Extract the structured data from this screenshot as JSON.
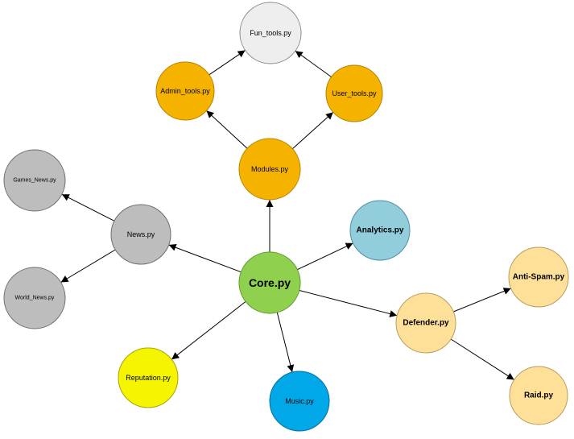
{
  "nodes": {
    "fun_tools": {
      "label": "Fun_tools.py",
      "fill": "#eeeeee",
      "stroke": "#8c8c8c"
    },
    "admin_tools": {
      "label": "Admin_tools.py",
      "fill": "#f5b300",
      "stroke": "#b88200"
    },
    "user_tools": {
      "label": "User_tools.py",
      "fill": "#f5b300",
      "stroke": "#b88200"
    },
    "modules": {
      "label": "Modules.py",
      "fill": "#f5b300",
      "stroke": "#b88200"
    },
    "games_news": {
      "label": "Games_News.py",
      "fill": "#bdbdbd",
      "stroke": "#6e6e6e"
    },
    "news": {
      "label": "News.py",
      "fill": "#bdbdbd",
      "stroke": "#6e6e6e"
    },
    "world_news": {
      "label": "World_News.py",
      "fill": "#bdbdbd",
      "stroke": "#6e6e6e"
    },
    "analytics": {
      "label": "Analytics.py",
      "fill": "#92cddc",
      "stroke": "#4f8fa0"
    },
    "core": {
      "label": "Core.py",
      "fill": "#8fd14f",
      "stroke": "#5c9a2a"
    },
    "defender": {
      "label": "Defender.py",
      "fill": "#ffe099",
      "stroke": "#b89c5a"
    },
    "anti_spam": {
      "label": "Anti-Spam.py",
      "fill": "#ffe099",
      "stroke": "#b89c5a"
    },
    "raid": {
      "label": "Raid.py",
      "fill": "#ffe099",
      "stroke": "#b89c5a"
    },
    "reputation": {
      "label": "Reputation.py",
      "fill": "#f5f500",
      "stroke": "#a6a600"
    },
    "music": {
      "label": "Music.py",
      "fill": "#00a8e8",
      "stroke": "#006f9c"
    }
  },
  "edges": [
    {
      "from": "admin_tools",
      "to": "fun_tools"
    },
    {
      "from": "user_tools",
      "to": "fun_tools"
    },
    {
      "from": "modules",
      "to": "admin_tools"
    },
    {
      "from": "modules",
      "to": "user_tools"
    },
    {
      "from": "core",
      "to": "modules"
    },
    {
      "from": "news",
      "to": "games_news"
    },
    {
      "from": "news",
      "to": "world_news"
    },
    {
      "from": "core",
      "to": "news"
    },
    {
      "from": "core",
      "to": "analytics"
    },
    {
      "from": "core",
      "to": "defender"
    },
    {
      "from": "defender",
      "to": "anti_spam"
    },
    {
      "from": "defender",
      "to": "raid"
    },
    {
      "from": "core",
      "to": "reputation"
    },
    {
      "from": "core",
      "to": "music"
    }
  ]
}
